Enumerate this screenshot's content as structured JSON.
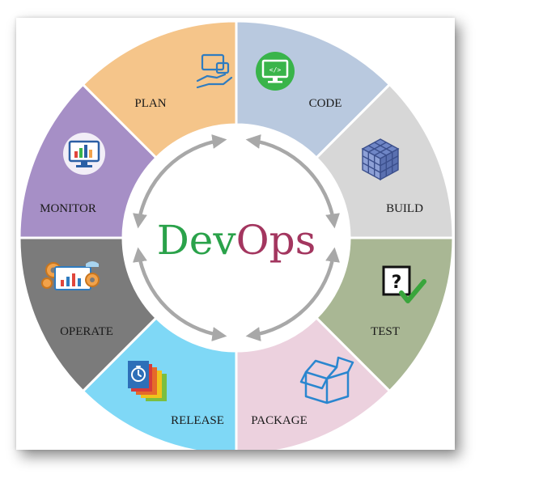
{
  "title": {
    "part1": "Dev",
    "part2": "Ops"
  },
  "segments": [
    {
      "key": "plan",
      "label": "PLAN",
      "color": "#f5c58a",
      "icon": "plan-icon"
    },
    {
      "key": "code",
      "label": "CODE",
      "color": "#b9c9df",
      "icon": "code-monitor-icon"
    },
    {
      "key": "build",
      "label": "BUILD",
      "color": "#d7d7d7",
      "icon": "cube-icon"
    },
    {
      "key": "test",
      "label": "TEST",
      "color": "#a9b794",
      "icon": "question-check-icon"
    },
    {
      "key": "package",
      "label": "PACKAGE",
      "color": "#ecd1de",
      "icon": "box-icon"
    },
    {
      "key": "release",
      "label": "RELEASE",
      "color": "#7fd8f6",
      "icon": "release-docs-icon"
    },
    {
      "key": "operate",
      "label": "OPERATE",
      "color": "#7b7b7b",
      "icon": "operate-gears-icon"
    },
    {
      "key": "monitor",
      "label": "MONITOR",
      "color": "#a68fc6",
      "icon": "monitor-chart-icon"
    }
  ],
  "code_icon_text": "</>",
  "colors": {
    "arrows": "#a8a8a8",
    "dev": "#2aa24a",
    "ops": "#a3365f"
  }
}
